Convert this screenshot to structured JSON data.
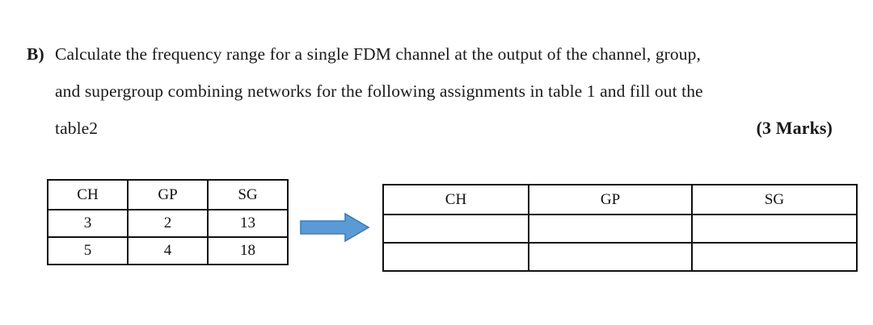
{
  "question": {
    "marker": "B)",
    "line1": "Calculate the frequency range for a single FDM channel at the output of the channel, group,",
    "line2": "and supergroup combining networks for the following assignments in table 1 and fill out the",
    "line3": "table2",
    "marks": "(3 Marks)"
  },
  "source_table": {
    "name": "table 1",
    "headers": [
      "CH",
      "GP",
      "SG"
    ],
    "rows": [
      [
        "3",
        "2",
        "13"
      ],
      [
        "5",
        "4",
        "18"
      ]
    ]
  },
  "answer_table": {
    "name": "table2",
    "headers": [
      "CH",
      "GP",
      "SG"
    ],
    "rows": [
      [
        "",
        "",
        ""
      ],
      [
        "",
        "",
        ""
      ]
    ]
  },
  "arrow": {
    "direction": "right",
    "fill_color": "#5b9bd5",
    "stroke_color": "#3f7cb6"
  },
  "colors": {
    "background": "#ffffff",
    "text": "#1a1a1a",
    "table_border": "#111111"
  }
}
